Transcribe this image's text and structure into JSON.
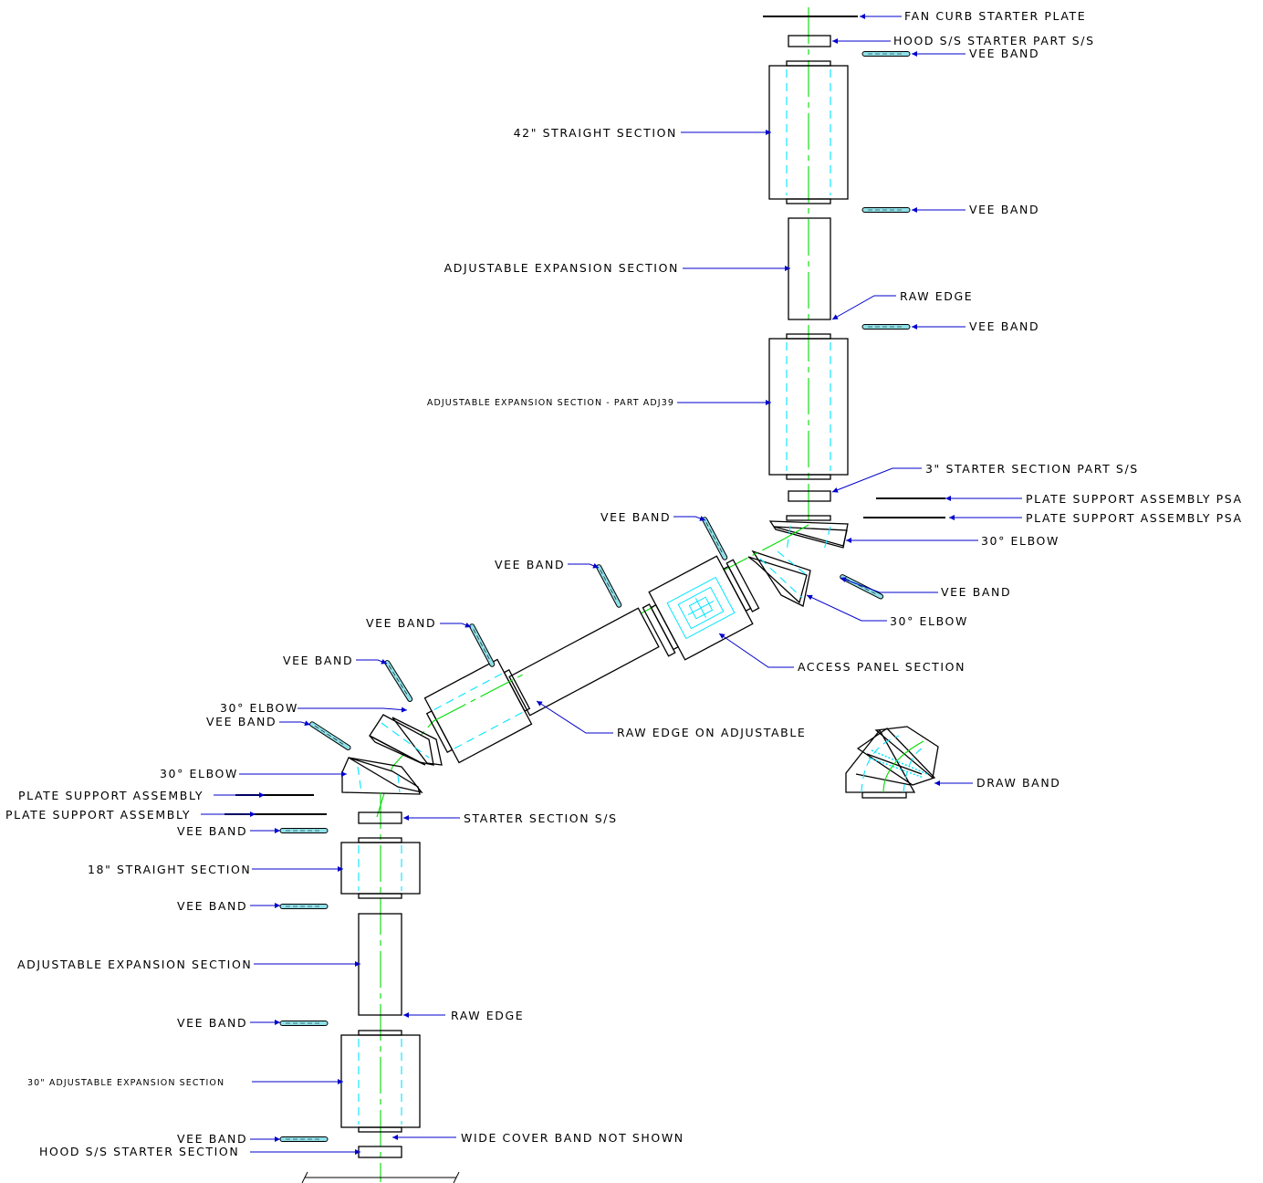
{
  "labels": {
    "fan_curb_starter_plate": "FAN CURB STARTER PLATE",
    "hood_ss_starter_part_ss": "HOOD S/S STARTER PART S/S",
    "vee_band": "VEE BAND",
    "straight_42": "42\" STRAIGHT SECTION",
    "adjustable_expansion_section": "ADJUSTABLE EXPANSION SECTION",
    "raw_edge": "RAW EDGE",
    "adjustable_expansion_adj39": "ADJUSTABLE EXPANSION SECTION - PART ADJ39",
    "starter_3in_part_ss": "3\" STARTER SECTION PART S/S",
    "plate_support_assembly_psa": "PLATE SUPPORT ASSEMBLY PSA",
    "elbow_30": "30° ELBOW",
    "access_panel_section": "ACCESS PANEL SECTION",
    "raw_edge_on_adjustable": "RAW EDGE ON ADJUSTABLE",
    "draw_band": "DRAW BAND",
    "plate_support_assembly": "PLATE SUPPORT ASSEMBLY",
    "starter_section_ss": "STARTER SECTION S/S",
    "straight_18": "18\" STRAIGHT SECTION",
    "adjustable_expansion_30": "30\" ADJUSTABLE EXPANSION SECTION",
    "wide_cover_band_not_shown": "WIDE COVER BAND NOT SHOWN",
    "hood_ss_starter_section": "HOOD S/S STARTER SECTION"
  },
  "colors": {
    "leader": "#0000cc",
    "centerline": "#00dd00",
    "hidden_line": "#00e5ff",
    "band_fill": "#8fe0e8",
    "outline": "#000000"
  }
}
